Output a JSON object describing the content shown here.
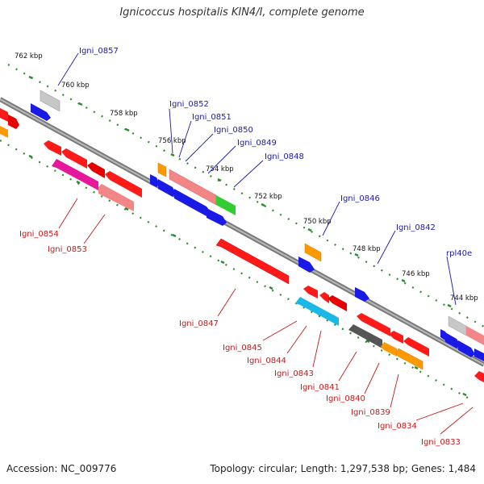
{
  "title": "Ignicoccus hospitalis KIN4/I, complete genome",
  "accession_text": "Accession: NC_009776",
  "summary_text": "Topology: circular; Length: 1,297,538 bp; Genes: 1,484",
  "scale_labels": [
    "762 kbp",
    "760 kbp",
    "758 kbp",
    "756 kbp",
    "754 kbp",
    "752 kbp",
    "750 kbp",
    "748 kbp",
    "746 kbp",
    "744 kbp"
  ],
  "forward_gene_labels": [
    "Igni_0857",
    "Igni_0852",
    "Igni_0851",
    "Igni_0850",
    "Igni_0849",
    "Igni_0848",
    "Igni_0846",
    "Igni_0842",
    "rpl40e"
  ],
  "reverse_gene_labels": [
    "Igni_0854",
    "Igni_0853",
    "Igni_0847",
    "Igni_0845",
    "Igni_0844",
    "Igni_0843",
    "Igni_0841",
    "Igni_0840",
    "Igni_0839",
    "Igni_0834",
    "Igni_0833"
  ],
  "colors": {
    "forward_label": "#1a1aa8",
    "reverse_label": "#c41a1a",
    "backbone": "#808080",
    "scale_dots": "#2e8b2e"
  }
}
